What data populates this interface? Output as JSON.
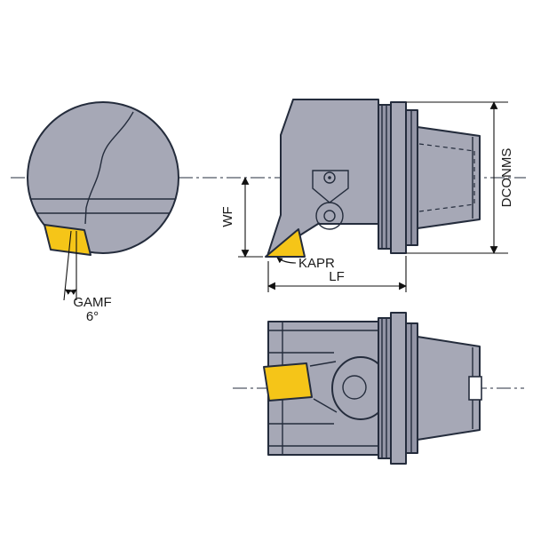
{
  "diagram": {
    "type": "technical-drawing",
    "subject": "turning-tool-holder-three-views",
    "labels": {
      "wf": "WF",
      "kapr": "KAPR",
      "lf": "LF",
      "dconms": "DCONMS",
      "gamf": "GAMF",
      "gamf_value": "6°"
    },
    "colors": {
      "body_fill": "#a6a8b6",
      "body_shade": "#9395a6",
      "outline": "#242c3c",
      "insert_fill": "#f5c518",
      "dimension": "#111111",
      "background": "#ffffff"
    }
  }
}
